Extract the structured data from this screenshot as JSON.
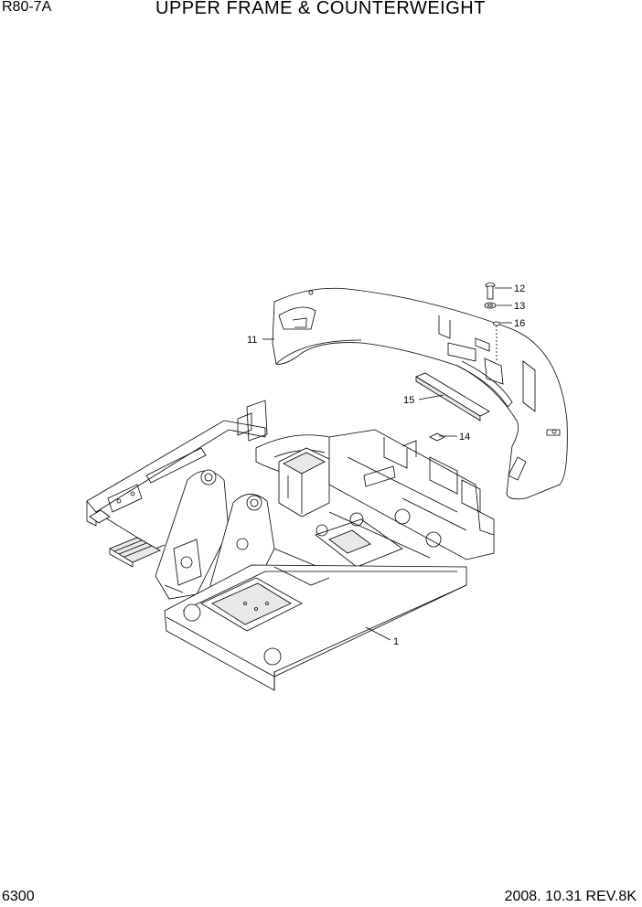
{
  "header": {
    "model": "R80-7A",
    "title": "UPPER FRAME & COUNTERWEIGHT"
  },
  "footer": {
    "page": "6300",
    "revision": "2008. 10.31  REV.8K"
  },
  "callouts": {
    "c1": "1",
    "c11": "11",
    "c12": "12",
    "c13": "13",
    "c14": "14",
    "c15": "15",
    "c16": "16"
  }
}
